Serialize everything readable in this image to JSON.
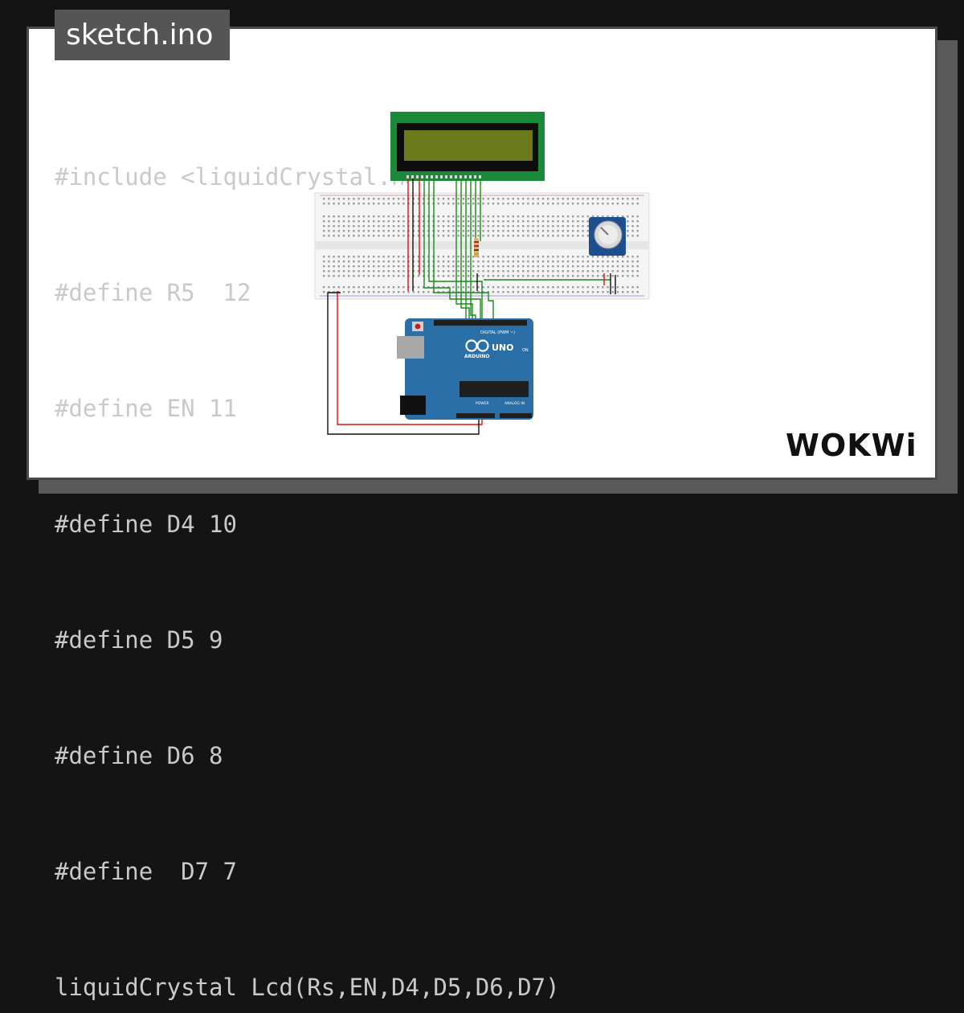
{
  "file_tab": {
    "label": "sketch.ino"
  },
  "code_lines": [
    "#include <liquidCrystal.h>",
    "#define R5  12",
    "#define EN 11",
    "#define D4 10",
    "#define D5 9",
    "#define D6 8",
    "#define  D7 7",
    "liquidCrystal Lcd(Rs,EN,D4,D5,D6,D7)"
  ],
  "arduino": {
    "brand_text": "ARDUINO",
    "model_text": "UNO",
    "digital_label": "DIGITAL (PWM ~)",
    "power_label": "POWER",
    "analog_label": "ANALOG IN",
    "on_label": "ON"
  },
  "logo": {
    "text": "WOKWi",
    "icon": "wokwi-logo"
  },
  "colors": {
    "page_bg": "#141414",
    "card_bg": "#ffffff",
    "tab_bg": "#555555",
    "code_text": "#c9c9c9",
    "lcd_pcb": "#1a8a3a",
    "lcd_screen": "#6b7a1a",
    "arduino_board": "#2a6fa8",
    "wire_green": "#1a8a1a",
    "wire_red": "#e01010",
    "wire_black": "#111111"
  }
}
